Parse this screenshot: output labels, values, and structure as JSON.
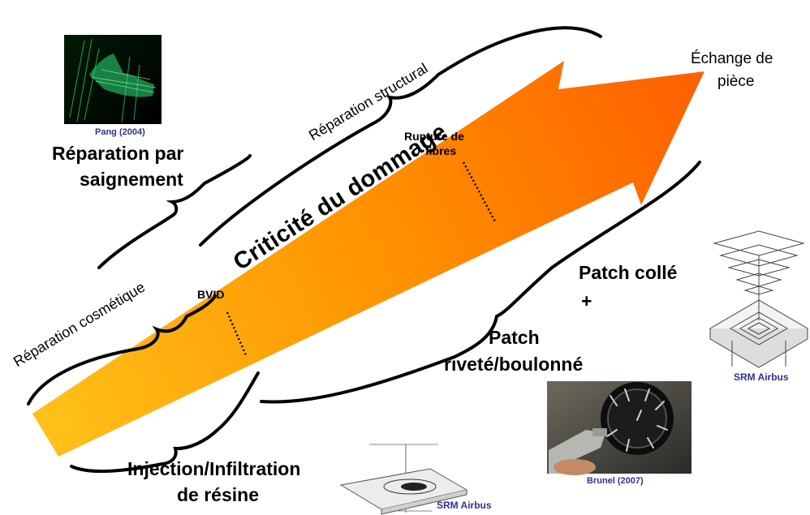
{
  "diagram": {
    "arrow_label": "Criticité du dommage",
    "arrow_colors": {
      "start": "#ffc21a",
      "end": "#ff5f00"
    },
    "markers": {
      "bvid": "BVID",
      "rupture_line1": "Rupture de",
      "rupture_line2": "fibres"
    },
    "top_labels": {
      "cosmetique": "Réparation cosmétique",
      "structural": "Réparation structural",
      "saignement_line1": "Réparation par",
      "saignement_line2": "saignement",
      "echange_line1": "Échange de",
      "echange_line2": "pièce"
    },
    "bottom_labels": {
      "injection_line1": "Injection/Infiltration",
      "injection_line2": "de résine",
      "patch_riv_line1": "Patch",
      "patch_riv_line2": "riveté/boulonné",
      "patch_colle": "Patch collé",
      "plus": "+"
    },
    "captions": {
      "pang": "Pang (2004)",
      "brunel": "Brunel (2007)",
      "srm_bottom": "SRM Airbus",
      "srm_right": "SRM Airbus"
    },
    "caption_color": "#2e3192"
  }
}
